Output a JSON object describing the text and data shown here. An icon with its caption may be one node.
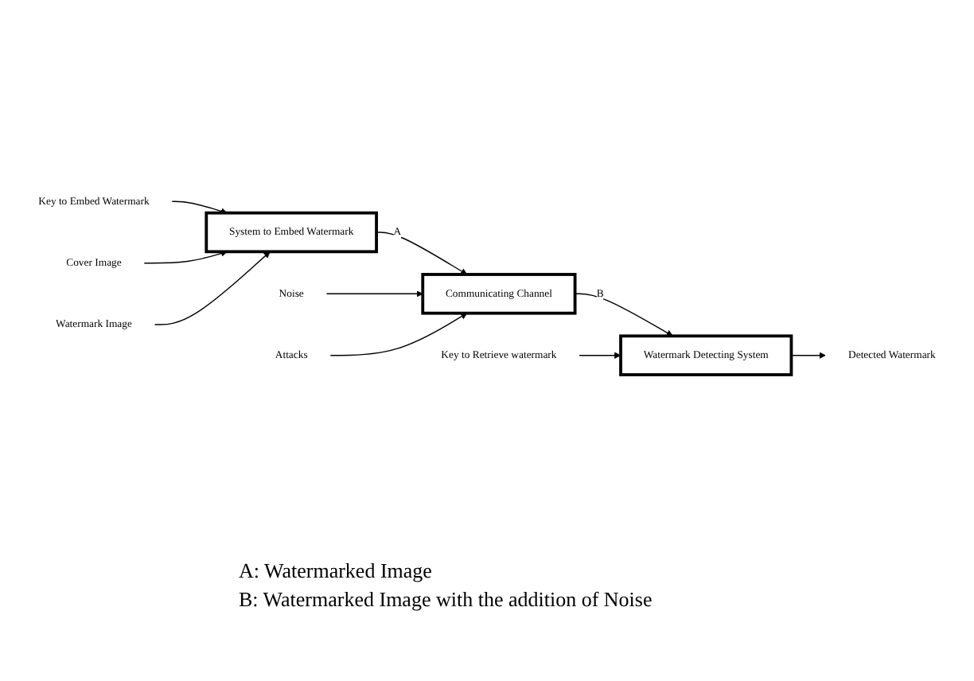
{
  "diagram": {
    "nodes": [
      {
        "text": [
          "Key to Embed Watermark"
        ]
      },
      {
        "text": [
          "Noise"
        ]
      },
      {
        "text": [
          "Attacks"
        ]
      },
      {
        "text": [
          "Key to Retrieve watermark"
        ]
      },
      {
        "text": [
          "Cover Image"
        ]
      },
      {
        "text": [
          "System to Embed Watermark"
        ]
      },
      {
        "text": [
          "Communicating Channel"
        ]
      },
      {
        "text": [
          "Watermark Detecting System"
        ]
      },
      {
        "text": [
          "Watermark Image"
        ]
      },
      {
        "text": [
          "Detected Watermark"
        ]
      }
    ],
    "edges": [
      {
        "from": 0,
        "to": 5,
        "arrow": "to"
      },
      {
        "from": 4,
        "to": 5,
        "arrow": "to"
      },
      {
        "from": 8,
        "to": 5,
        "arrow": "to"
      },
      {
        "from": 5,
        "to": 6,
        "arrow": "to",
        "label": "A"
      },
      {
        "from": 1,
        "to": 6,
        "arrow": "to"
      },
      {
        "from": 2,
        "to": 6,
        "arrow": "to"
      },
      {
        "from": 6,
        "to": 7,
        "arrow": "to",
        "label": "B"
      },
      {
        "from": 3,
        "to": 7,
        "arrow": "to"
      },
      {
        "from": 7,
        "to": 9,
        "arrow": "to"
      }
    ],
    "labels": [
      "A: Watermarked Image",
      "B: Watermarked Image with the addition of Noise"
    ]
  }
}
